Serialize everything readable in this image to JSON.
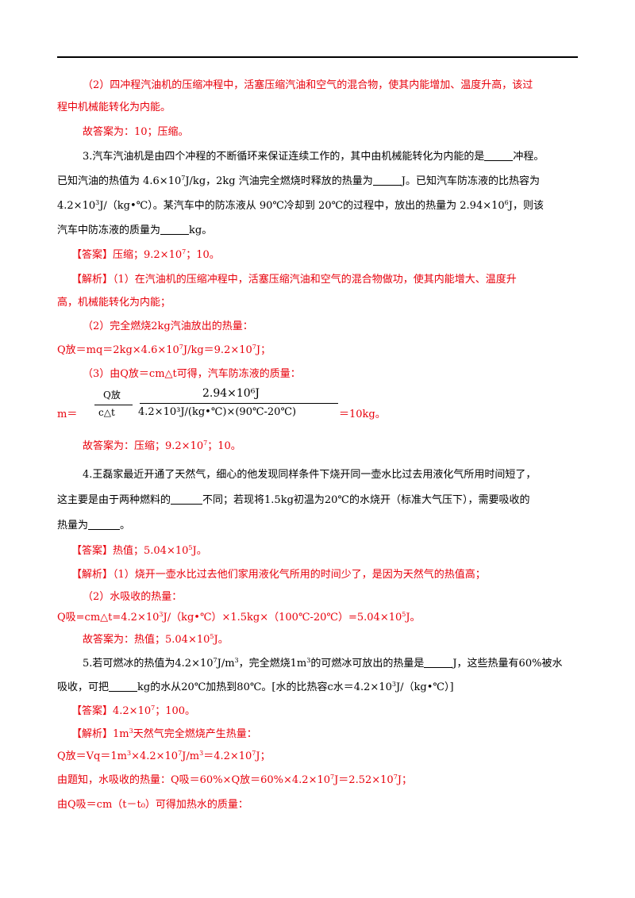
{
  "lines": {
    "l1a": "（2）四冲程汽油机的压缩冲程中，活塞压缩汽油和空气的混合物，使其内能增加、温度升高，该过",
    "l1b": "程中机械能转化为内能。",
    "l2": "故答案为：10；压缩。",
    "q3a_pre": "3.汽车汽油机是由四个冲程的不断循环来保证连续工作的，其中由机械能转化为内能的是",
    "q3a_post": "冲程。",
    "q3b_pre": "已知汽油的热值为 4.6×10",
    "q3b_exp": "7",
    "q3b_mid": "J/kg，2kg 汽油完全燃烧时释放的热量为",
    "q3b_post": "J。已知汽车防冻液的比热容为",
    "q3c_pre": "4.2×10",
    "q3c_exp1": "3",
    "q3c_mid": "J/（kg•℃）。某汽车中的防冻液从 90℃冷却到 20℃的过程中，放出的热量为 2.94×10",
    "q3c_exp2": "6",
    "q3c_post": "J，则该",
    "q3d_pre": "汽车中防冻液的质量为",
    "q3d_post": "kg。",
    "a3_pre": "【答案】压缩；9.2×10",
    "a3_exp": "7",
    "a3_post": "；10。",
    "j3a": "【解析】（1）在汽油机的压缩冲程中，活塞压缩汽油和空气的混合物做功，使其内能增大、温度升",
    "j3b": "高，机械能转化为内能；",
    "j3c": "（2）完全燃烧2kg汽油放出的热量：",
    "j3d_pre": "Q放＝mq＝2kg×4.6×10",
    "j3d_exp1": "7",
    "j3d_mid": "J/kg＝9.2×10",
    "j3d_exp2": "7",
    "j3d_post": "J；",
    "j3e": "（3）由Q放＝cm△t可得，汽车防冻液的质量：",
    "f_num1": "Q放",
    "f_den1": "c△t",
    "f_m": "m＝",
    "f_num2": "2.94×10⁶J",
    "f_den2": "4.2×10³J/(kg•℃)×(90℃-20℃)",
    "f_res": "＝10kg。",
    "g3_pre": "故答案为：压缩；9.2×10",
    "g3_exp": "7",
    "g3_post": "；10。",
    "q4a": "4.王磊家最近开通了天然气，细心的他发现同样条件下烧开同一壶水比过去用液化气所用时间短了，",
    "q4b_pre": "这主要是由于两种燃料的",
    "q4b_post": "不同；若现将1.5kg初温为20℃的水烧开（标准大气压下），需要吸收的",
    "q4c_pre": "热量为",
    "q4c_post": "。",
    "a4_pre": "【答案】热值；5.04×10",
    "a4_exp": "5",
    "a4_post": "J。",
    "j4a": "【解析】（1）烧开一壶水比过去他们家用液化气所用的时间少了，是因为天然气的热值高；",
    "j4b": "（2）水吸收的热量：",
    "j4c_pre": "Q吸=cm△t=4.2×10",
    "j4c_exp1": "3",
    "j4c_mid": "J/（kg•℃）×1.5kg×（100℃-20℃）=5.04×10",
    "j4c_exp2": "5",
    "j4c_post": "J。",
    "g4_pre": "故答案为：热值；5.04×10",
    "g4_exp": "5",
    "g4_post": "J。",
    "q5a_pre": "5.若可燃冰的热值为4.2×10",
    "q5a_exp1": "7",
    "q5a_mid1": "J/m",
    "q5a_exp2": "3",
    "q5a_mid2": "，完全燃烧1m",
    "q5a_exp3": "3",
    "q5a_mid3": "的可燃冰可放出的热量是",
    "q5a_post": "J，这些热量有60%被水",
    "q5b_pre": "吸收，可把",
    "q5b_mid": "kg的水从20℃加热到80℃。[水的比热容c水＝4.2×10",
    "q5b_exp": "3",
    "q5b_post": "J/（kg•℃）]",
    "a5_pre": "【答案】4.2×10",
    "a5_exp": "7",
    "a5_post": "；100。",
    "j5a_pre": "【解析】1m",
    "j5a_exp": "3",
    "j5a_post": "天然气完全燃烧产生热量：",
    "j5b_pre": "Q放＝Vq＝1m",
    "j5b_exp1": "3",
    "j5b_mid1": "×4.2×10",
    "j5b_exp2": "7",
    "j5b_mid2": "J/m",
    "j5b_exp3": "3",
    "j5b_mid3": "＝4.2×10",
    "j5b_exp4": "7",
    "j5b_post": "J；",
    "j5c_pre": "由题知，水吸收的热量：Q吸＝60%×Q放＝60%×4.2×10",
    "j5c_exp1": "7",
    "j5c_mid": "J＝2.52×10",
    "j5c_exp2": "7",
    "j5c_post": "J；",
    "j5d": "由Q吸＝cm（t－t₀）可得加热水的质量："
  }
}
